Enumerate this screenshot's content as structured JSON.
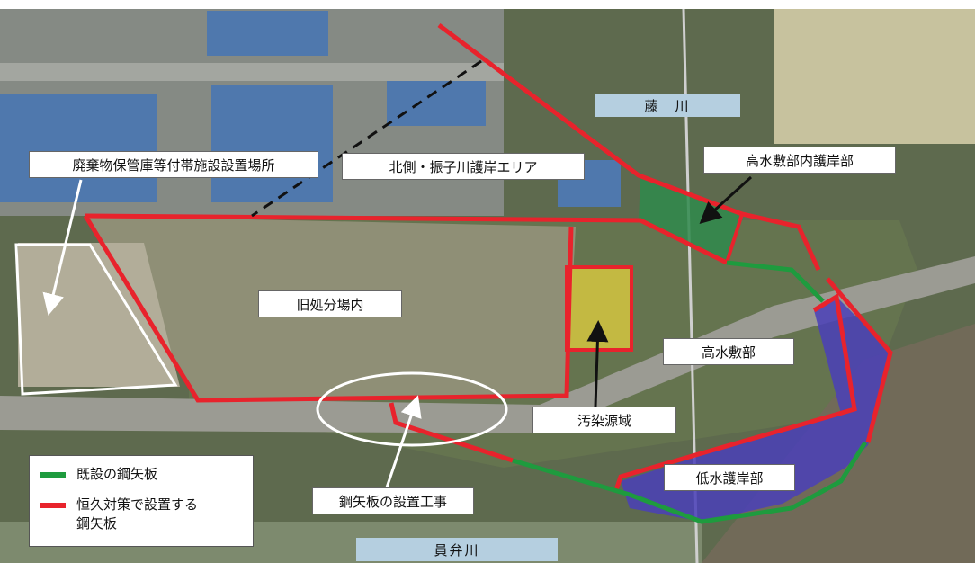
{
  "labels": {
    "storage_site": "廃棄物保管庫等付帯施設設置場所",
    "north_area": "北側・振子川護岸エリア",
    "highwater_inner": "高水敷部内護岸部",
    "old_landfill": "旧処分場内",
    "highwater": "高水敷部",
    "contamination": "汚染源域",
    "lowwater": "低水護岸部",
    "sheet_work": "鋼矢板の設置工事"
  },
  "rivers": {
    "fuji": "藤　川",
    "kaiben": "員弁川"
  },
  "legend": {
    "existing": "既設の鋼矢板",
    "permanent": "恒久対策で設置する\n鋼矢板"
  },
  "colors": {
    "existing_sheet_pile": "#1e9b3e",
    "permanent_sheet_pile": "#e8232c",
    "high_water_inner_zone": "#2f8a4c",
    "contamination_zone": "#d4c640",
    "low_water_zone": "#4a3fb8",
    "storage_site_outline": "#ffffff",
    "river_label_bg": "#b5cfe0"
  }
}
